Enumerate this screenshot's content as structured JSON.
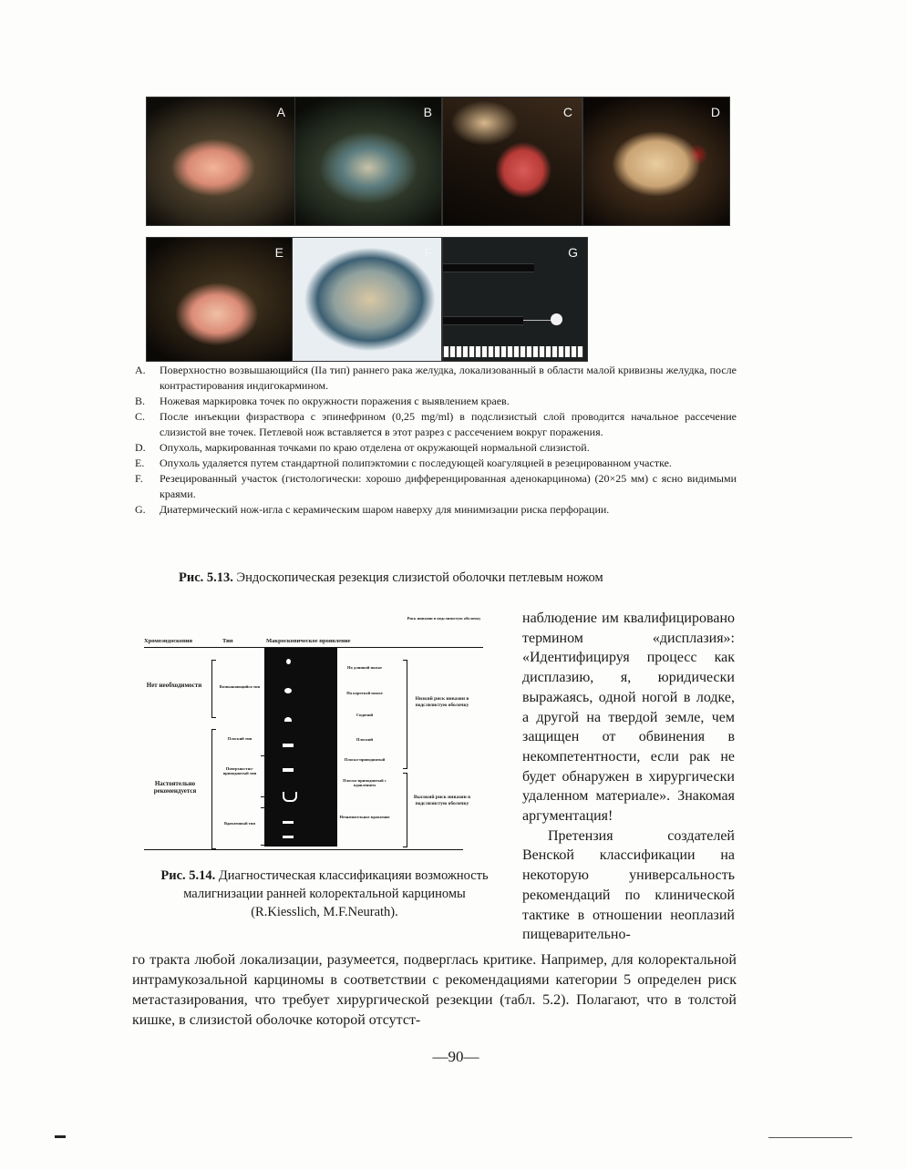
{
  "figure_5_13": {
    "panel_labels": [
      "A",
      "B",
      "C",
      "D",
      "E",
      "F",
      "G"
    ],
    "items": [
      {
        "letter": "A.",
        "text": "Поверхностно возвышающийся (IIa тип) раннего рака желудка, локализованный в области малой кривизны желудка, после контрастирования индигокармином."
      },
      {
        "letter": "B.",
        "text": "Ножевая маркировка точек по окружности поражения с выявлением краев."
      },
      {
        "letter": "C.",
        "text": "После инъекции физраствора с эпинефрином (0,25 mg/ml) в подслизистый слой проводится начальное рассечение слизистой вне точек. Петлевой нож вставляется в этот разрез с рассечением вокруг поражения."
      },
      {
        "letter": "D.",
        "text": "Опухоль, маркированная точками по краю отделена от окружающей нормальной слизистой."
      },
      {
        "letter": "E.",
        "text": "Опухоль удаляется путем стандартной полипэктомии с последующей коагуляцией в резецированном участке."
      },
      {
        "letter": "F.",
        "text": "Резецированный участок (гистологически: хорошо дифференцированная аденокарцинома) (20×25 мм) с ясно видимыми краями."
      },
      {
        "letter": "G.",
        "text": "Диатермический нож-игла с керамическим шаром наверху для минимизации риска перфорации."
      }
    ],
    "caption_label": "Рис. 5.13.",
    "caption_text": "Эндоскопическая резекция слизистой оболочки петлевым ножом"
  },
  "figure_5_14": {
    "headers": {
      "chromo": "Хромоэндоскопия",
      "type": "Тип",
      "macro": "Макроскопическое проявление",
      "risk": "Риск инвазии в подслизистую оболочку"
    },
    "groups": {
      "not_needed": "Нет необходимости",
      "recommended": "Настоятельно рекомендуется"
    },
    "types": {
      "raised": "Возвышающийся тип",
      "flat": "Плоский тип",
      "flat_depressed": "Поверхностно-приподнятый тип",
      "depressed": "Вдавленный тип"
    },
    "macro_labels": [
      "На длинной ножке",
      "На короткой ножке",
      "Сидячий",
      "Плоский",
      "Плоско-приподнятый",
      "Плоско-приподнятый с вдавлением",
      "Незначительное вдавление"
    ],
    "risks": {
      "low": "Низкий риск инвазии в подслизистую оболочку",
      "high": "Высокий риск инвазии в подслизистую оболочку"
    },
    "caption_label": "Рис. 5.14.",
    "caption_text": "Диагностическая классификацияи возможность малигнизации ранней колоректальной карциномы",
    "caption_authors": "(R.Kiesslich, M.F.Neurath)."
  },
  "body": {
    "right_col_p1": "наблюдение им квалифицировано термином «дисплазия»: «Идентифицируя процесс как дисплазию, я, юридически выражаясь, одной ногой в лодке, а другой на твердой земле, чем защищен от обвинения в некомпетентности, если рак не будет обнаружен в хирургически удаленном материале». Знакомая аргументация!",
    "right_col_p2": "Претензия создателей Венской классификации на некоторую универсальность рекомендаций по клинической тактике в отношении неоплазий пищеварительно-",
    "full_width": "го тракта любой локализации, разумеется, подверглась критике. Например, для колоректальной интрамукозальной карциномы в соответствии с рекомендациями категории 5 определен риск метастазирования, что требует хирургической резекции (табл. 5.2). Полагают, что в толстой кишке, в слизистой оболочке которой отсутст-"
  },
  "page_number": "—90—"
}
